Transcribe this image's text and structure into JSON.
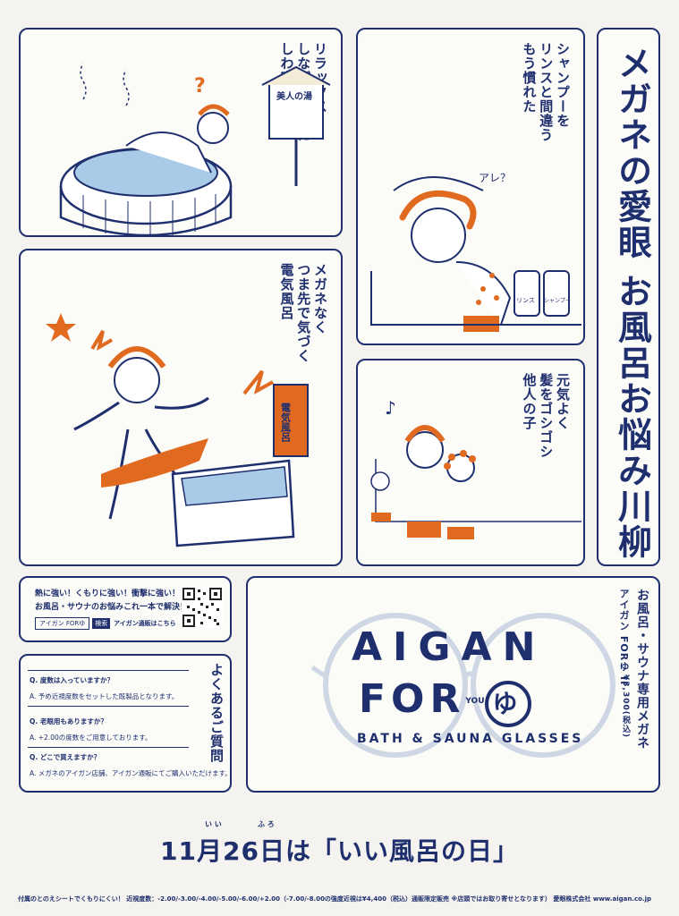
{
  "title": "メガネの愛眼 お風呂お悩み川柳",
  "panels": [
    {
      "verse": [
        "リラックス",
        "しながら眉間に",
        "しわ寄せる"
      ],
      "sign_text": "美人の湯"
    },
    {
      "verse": [
        "シャンプーを",
        "リンスと間違う",
        "もう慣れた"
      ],
      "bottle1": "リンス",
      "bottle2": "シャンプー",
      "bubble": "アレ？"
    },
    {
      "verse": [
        "メガネなく",
        "つま先で気づく",
        "電気風呂"
      ],
      "sign_text": "電気風呂"
    },
    {
      "verse": [
        "元気よく",
        "髪をゴシゴシ",
        "他人の子"
      ]
    }
  ],
  "info": {
    "line1": "熱に強い！くもりに強い！衝撃に強い！",
    "line2": "お風呂・サウナのお悩みこれ一本で解決！",
    "search_text": "アイガン FORゆ",
    "search_button": "検索",
    "shop_link": "アイガン通販はこちら"
  },
  "faq": {
    "heading": "よくあるご質問",
    "items": [
      {
        "q": "Q. 度数は入っていますか？",
        "a": "A. 予め近視度数をセットした既製品となります。"
      },
      {
        "q": "Q. 老眼用もありますか？",
        "a": "A. +2.00の度数をご用意しております。"
      },
      {
        "q": "Q. どこで買えますか？",
        "a": "A. メガネのアイガン店舗、アイガン通販にてご購入いただけます。"
      }
    ]
  },
  "product": {
    "tagline": "お風呂・サウナ専用メガネ",
    "name": "アイガン FORゆ II",
    "price": "¥3,300(税込)",
    "logo_top": "AIGAN",
    "logo_bottom": "FOR",
    "logo_you": "YOU",
    "logo_yu": "ゆ",
    "subtitle": "BATH & SAUNA GLASSES"
  },
  "date_line": {
    "text": "11月26日は「いい風呂の日」",
    "ruby_ii": "い い",
    "ruby_furo": "ふ ろ"
  },
  "footer": "付属のとのえシートでくもりにくい！ 近視度数：-2.00/-3.00/-4.00/-5.00/-6.00/+2.00（-7.00/-8.00の強度近視は¥4,400（税込）通販限定販売 ※店頭ではお取り寄せとなります） 愛眼株式会社 www.aigan.co.jp",
  "colors": {
    "navy": "#1f2f6e",
    "orange": "#e06a1f",
    "water": "#a9cbe8",
    "paper": "#f4f3ef"
  }
}
